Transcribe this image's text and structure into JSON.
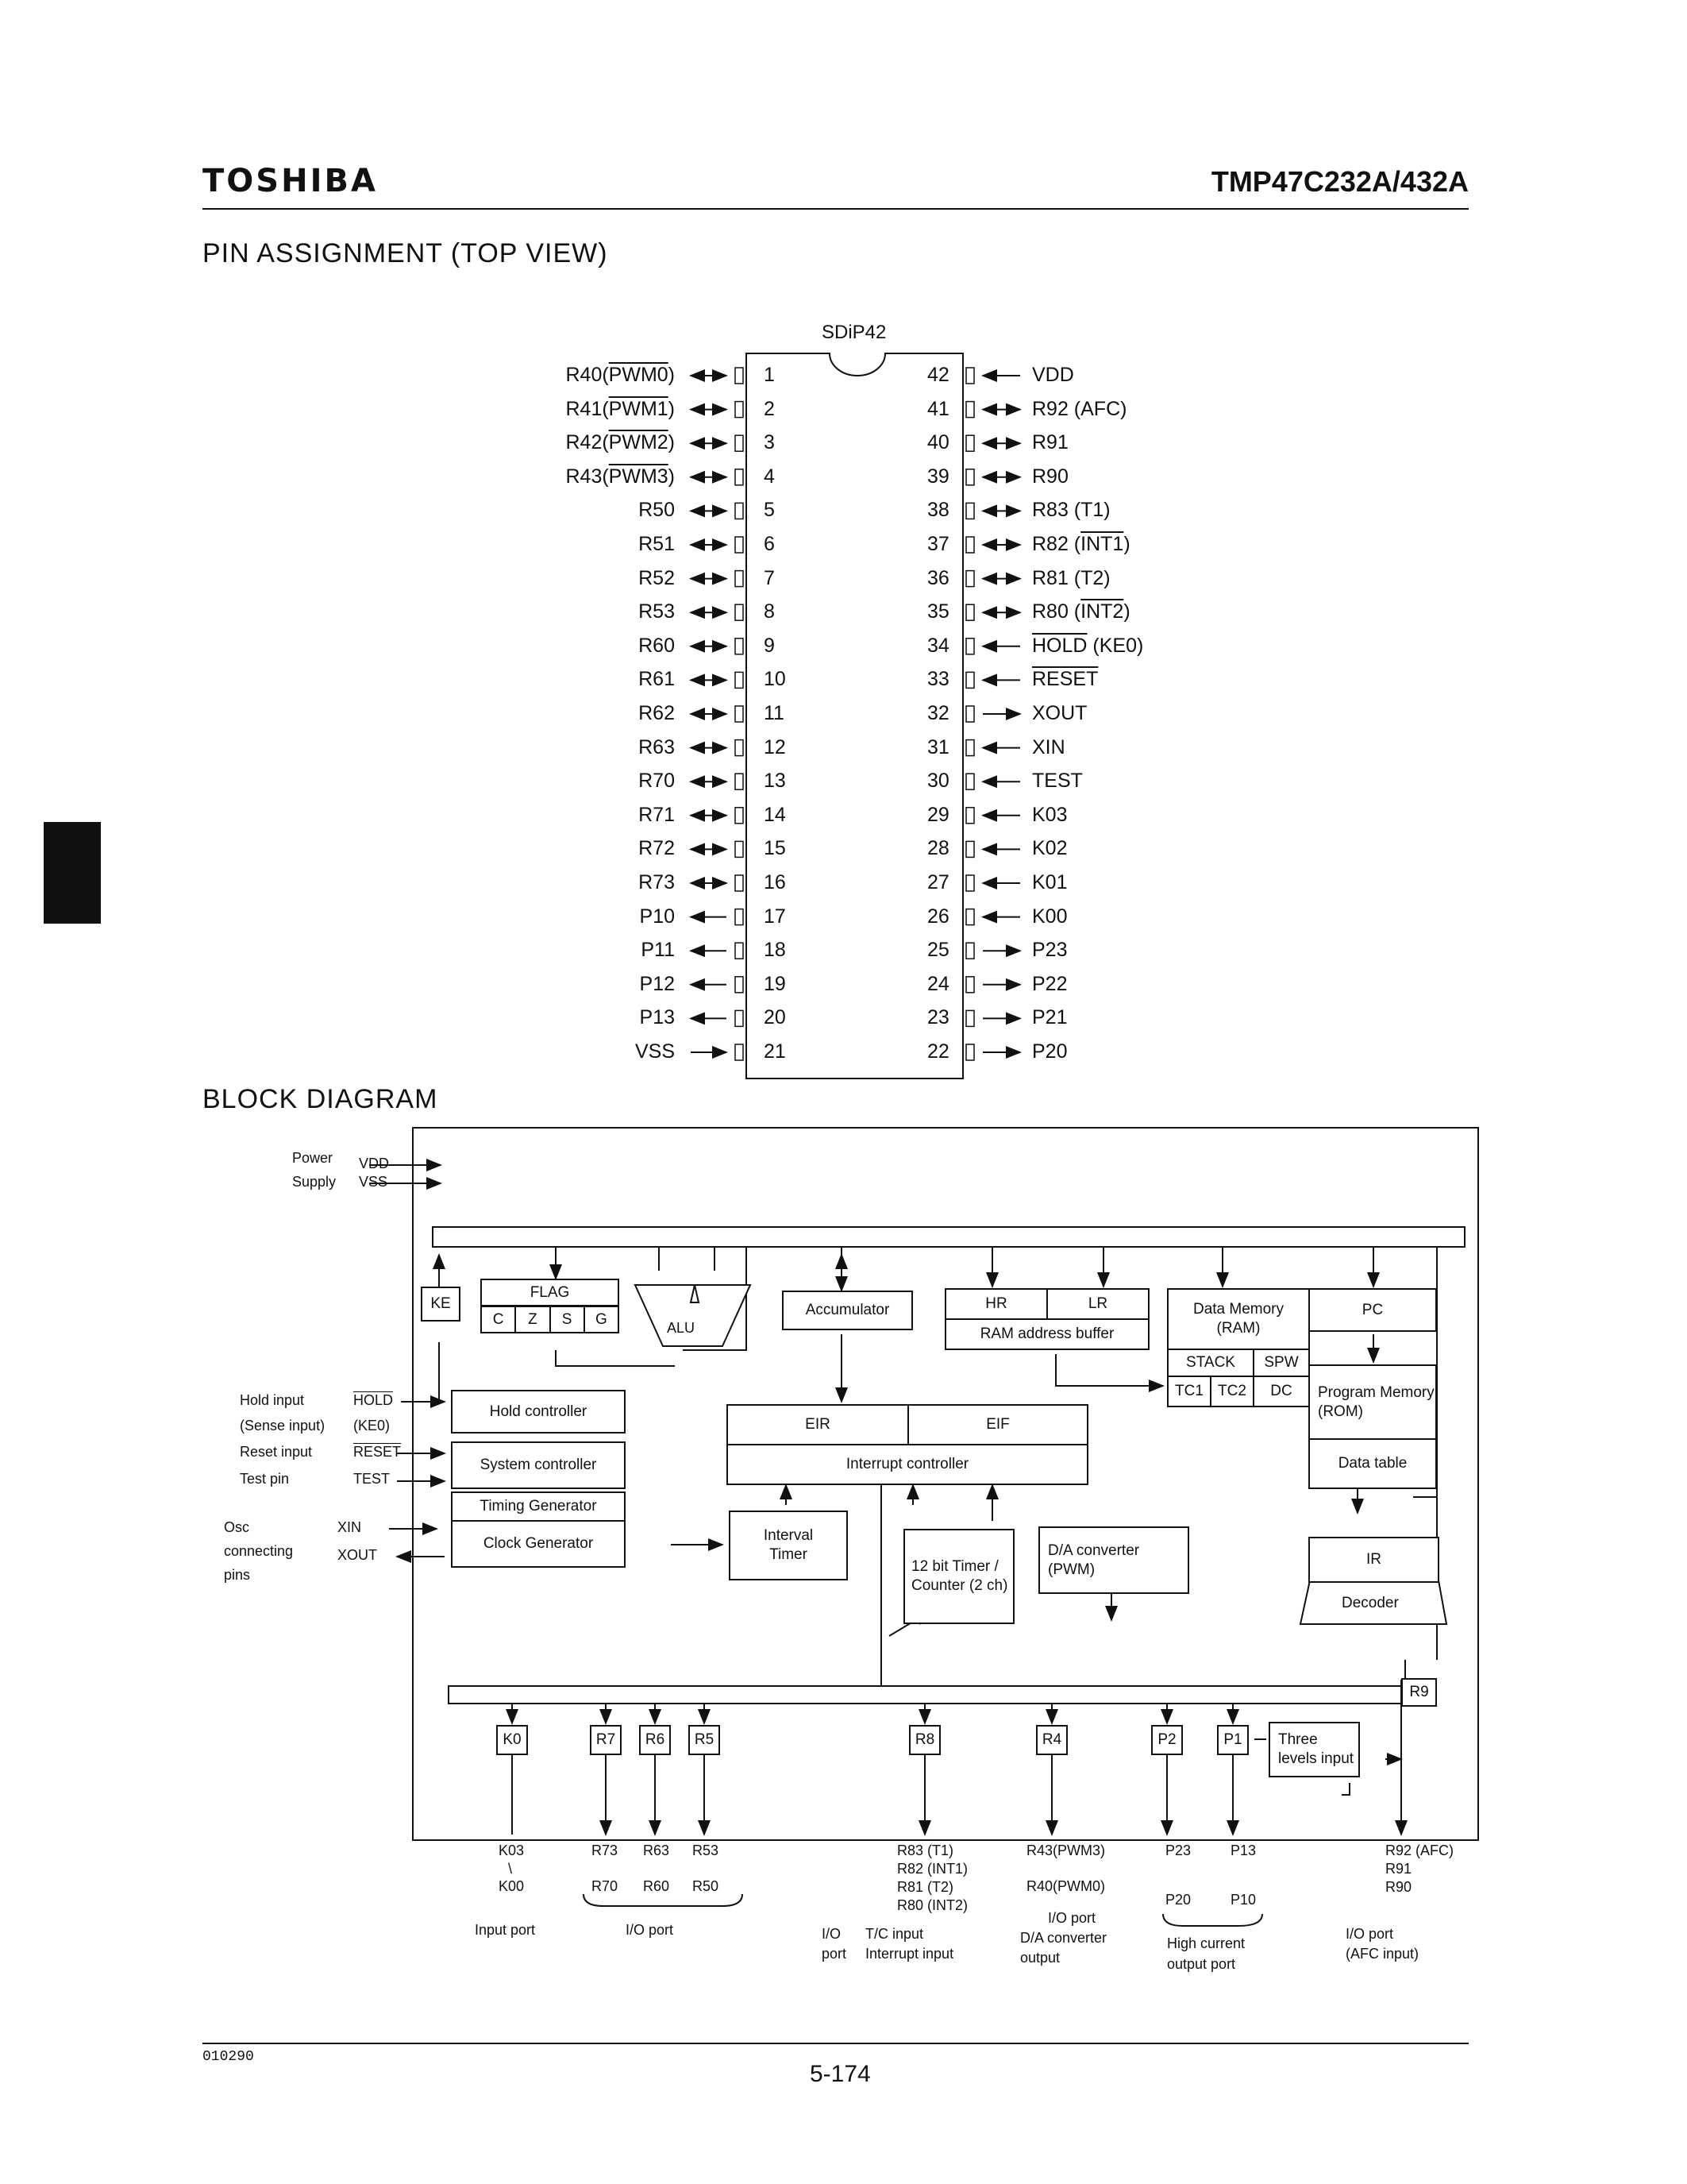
{
  "header": {
    "brand": "TOSHIBA",
    "part_number": "TMP47C232A/432A"
  },
  "pin_section": {
    "title": "PIN ASSIGNMENT (TOP VIEW)",
    "package": "SDiP42",
    "left_pins": [
      {
        "num": "1",
        "name": "R40(PWM0)",
        "dir": "bi"
      },
      {
        "num": "2",
        "name": "R41(PWM1)",
        "dir": "bi"
      },
      {
        "num": "3",
        "name": "R42(PWM2)",
        "dir": "bi"
      },
      {
        "num": "4",
        "name": "R43(PWM3)",
        "dir": "bi"
      },
      {
        "num": "5",
        "name": "R50",
        "dir": "bi"
      },
      {
        "num": "6",
        "name": "R51",
        "dir": "bi"
      },
      {
        "num": "7",
        "name": "R52",
        "dir": "bi"
      },
      {
        "num": "8",
        "name": "R53",
        "dir": "bi"
      },
      {
        "num": "9",
        "name": "R60",
        "dir": "bi"
      },
      {
        "num": "10",
        "name": "R61",
        "dir": "bi"
      },
      {
        "num": "11",
        "name": "R62",
        "dir": "bi"
      },
      {
        "num": "12",
        "name": "R63",
        "dir": "bi"
      },
      {
        "num": "13",
        "name": "R70",
        "dir": "bi"
      },
      {
        "num": "14",
        "name": "R71",
        "dir": "bi"
      },
      {
        "num": "15",
        "name": "R72",
        "dir": "bi"
      },
      {
        "num": "16",
        "name": "R73",
        "dir": "bi"
      },
      {
        "num": "17",
        "name": "P10",
        "dir": "out"
      },
      {
        "num": "18",
        "name": "P11",
        "dir": "out"
      },
      {
        "num": "19",
        "name": "P12",
        "dir": "out"
      },
      {
        "num": "20",
        "name": "P13",
        "dir": "out"
      },
      {
        "num": "21",
        "name": "VSS",
        "dir": "in"
      }
    ],
    "right_pins": [
      {
        "num": "42",
        "name": "VDD",
        "dir": "in"
      },
      {
        "num": "41",
        "name": "R92 (AFC)",
        "dir": "bi"
      },
      {
        "num": "40",
        "name": "R91",
        "dir": "bi"
      },
      {
        "num": "39",
        "name": "R90",
        "dir": "bi"
      },
      {
        "num": "38",
        "name": "R83 (T1)",
        "dir": "bi"
      },
      {
        "num": "37",
        "name": "R82 (INT1)",
        "dir": "bi"
      },
      {
        "num": "36",
        "name": "R81 (T2)",
        "dir": "bi"
      },
      {
        "num": "35",
        "name": "R80 (INT2)",
        "dir": "bi"
      },
      {
        "num": "34",
        "name": "HOLD (KE0)",
        "dir": "in"
      },
      {
        "num": "33",
        "name": "RESET",
        "dir": "in"
      },
      {
        "num": "32",
        "name": "XOUT",
        "dir": "out"
      },
      {
        "num": "31",
        "name": "XIN",
        "dir": "in"
      },
      {
        "num": "30",
        "name": "TEST",
        "dir": "in"
      },
      {
        "num": "29",
        "name": "K03",
        "dir": "in"
      },
      {
        "num": "28",
        "name": "K02",
        "dir": "in"
      },
      {
        "num": "27",
        "name": "K01",
        "dir": "in"
      },
      {
        "num": "26",
        "name": "K00",
        "dir": "in"
      },
      {
        "num": "25",
        "name": "P23",
        "dir": "out"
      },
      {
        "num": "24",
        "name": "P22",
        "dir": "out"
      },
      {
        "num": "23",
        "name": "P21",
        "dir": "out"
      },
      {
        "num": "22",
        "name": "P20",
        "dir": "out"
      }
    ]
  },
  "block_section": {
    "title": "BLOCK DIAGRAM",
    "blocks": {
      "ke": "KE",
      "flag": "FLAG",
      "flag_bits": [
        "C",
        "Z",
        "S",
        "G"
      ],
      "alu": "ALU",
      "accumulator": "Accumulator",
      "hr": "HR",
      "lr": "LR",
      "ram_buffer": "RAM address buffer",
      "data_memory": "Data Memory (RAM)",
      "stack": "STACK",
      "spw": "SPW",
      "tc1": "TC1",
      "tc2": "TC2",
      "dc": "DC",
      "pc": "PC",
      "program_memory": "Program Memory (ROM)",
      "data_table": "Data table",
      "hold_controller": "Hold controller",
      "system_controller": "System controller",
      "timing_generator": "Timing Generator",
      "clock_generator": "Clock Generator",
      "eir": "EIR",
      "eif": "EIF",
      "interrupt_controller": "Interrupt controller",
      "interval_timer": "Interval Timer",
      "timer_counter": "12 bit Timer / Counter (2 ch)",
      "da_converter": "D/A converter (PWM)",
      "ir": "IR",
      "decoder": "Decoder",
      "r9": "R9",
      "three_levels": "Three levels input",
      "ports": [
        "K0",
        "R7",
        "R6",
        "R5",
        "R8",
        "R4",
        "P2",
        "P1"
      ]
    },
    "left_labels": {
      "power": "Power",
      "supply": "Supply",
      "vdd": "VDD",
      "vss": "VSS",
      "hold_input": "Hold input",
      "sense_input": "(Sense input)",
      "hold": "HOLD",
      "ke0": "(KE0)",
      "reset_input": "Reset input",
      "reset": "RESET",
      "test_pin": "Test pin",
      "test": "TEST",
      "osc": "Osc",
      "connecting": "connecting",
      "pins": "pins",
      "xin": "XIN",
      "xout": "XOUT"
    },
    "bottom_labels": {
      "k_top": "K03",
      "k_bot": "K00",
      "input_port": "Input port",
      "r_top": [
        "R73",
        "R63",
        "R53"
      ],
      "r_bot": [
        "R70",
        "R60",
        "R50"
      ],
      "io_port": "I/O port",
      "r8": [
        "R83 (T1)",
        "R82 (INT1)",
        "R81 (T2)",
        "R80 (INT2)"
      ],
      "r4_top": "R43(PWM3)",
      "r4_bot": "R40(PWM0)",
      "io": "I/O",
      "port": "port",
      "tc_input": "T/C input",
      "int_input": "Interrupt input",
      "io_port2": "I/O port",
      "da_out": "D/A converter",
      "output": "output",
      "p_top": [
        "P23",
        "P13"
      ],
      "p_bot": [
        "P20",
        "P10"
      ],
      "high_current": "High current",
      "output_port": "output port",
      "r9": [
        "R92 (AFC)",
        "R91",
        "R90"
      ],
      "io_port3": "I/O port",
      "afc_input": "(AFC input)"
    }
  },
  "footer": {
    "code": "010290",
    "page": "5-174"
  }
}
